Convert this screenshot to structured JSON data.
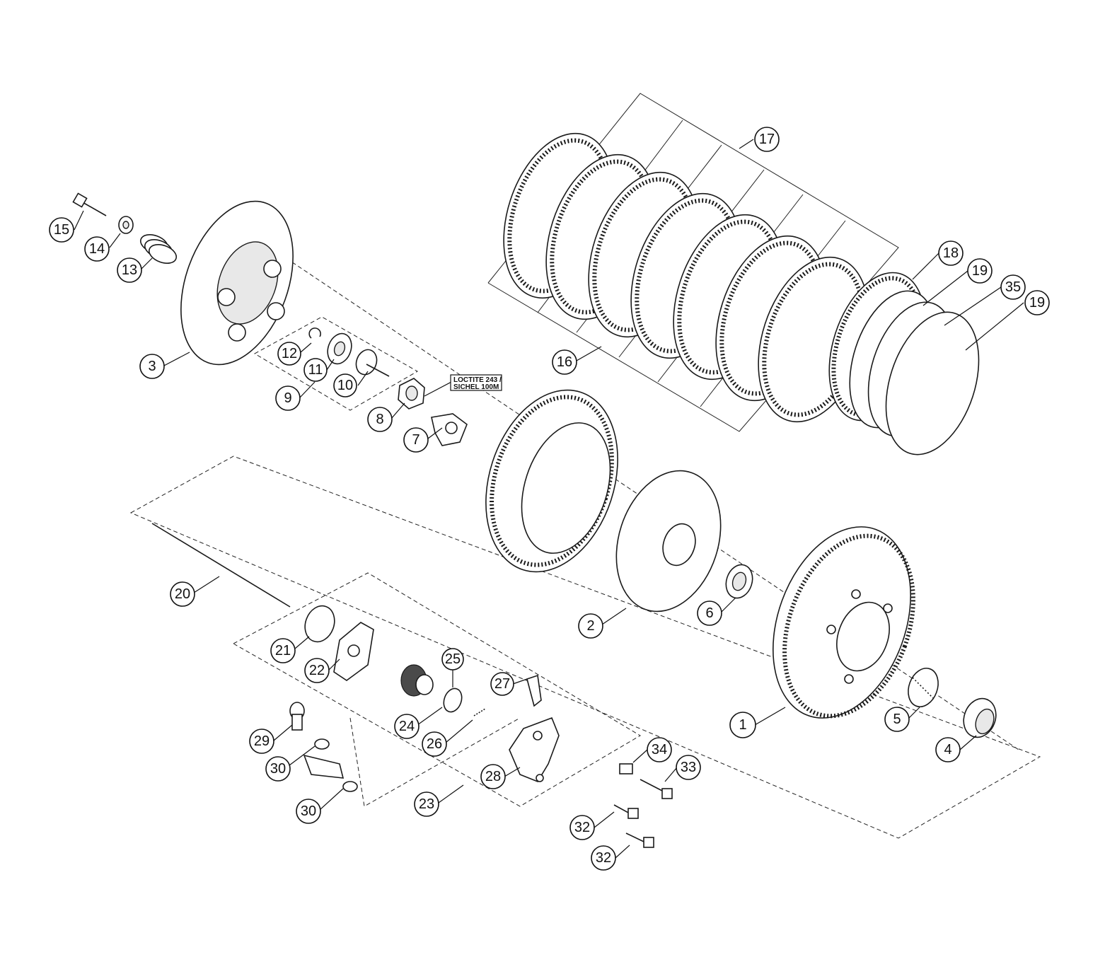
{
  "callouts": [
    {
      "label": "1"
    },
    {
      "label": "2"
    },
    {
      "label": "3"
    },
    {
      "label": "4"
    },
    {
      "label": "5"
    },
    {
      "label": "6"
    },
    {
      "label": "7"
    },
    {
      "label": "8"
    },
    {
      "label": "9"
    },
    {
      "label": "10"
    },
    {
      "label": "11"
    },
    {
      "label": "12"
    },
    {
      "label": "13"
    },
    {
      "label": "14"
    },
    {
      "label": "15"
    },
    {
      "label": "16"
    },
    {
      "label": "17"
    },
    {
      "label": "18"
    },
    {
      "label": "19"
    },
    {
      "label": "19"
    },
    {
      "label": "35"
    },
    {
      "label": "20"
    },
    {
      "label": "21"
    },
    {
      "label": "22"
    },
    {
      "label": "23"
    },
    {
      "label": "24"
    },
    {
      "label": "25"
    },
    {
      "label": "26"
    },
    {
      "label": "27"
    },
    {
      "label": "28"
    },
    {
      "label": "29"
    },
    {
      "label": "30"
    },
    {
      "label": "30"
    },
    {
      "label": "32"
    },
    {
      "label": "32"
    },
    {
      "label": "33"
    },
    {
      "label": "34"
    }
  ],
  "note": {
    "line1": "LOCTITE 243 /",
    "line2": "SICHEL 100M"
  },
  "colors": {
    "ink": "#111111",
    "background": "#ffffff"
  }
}
